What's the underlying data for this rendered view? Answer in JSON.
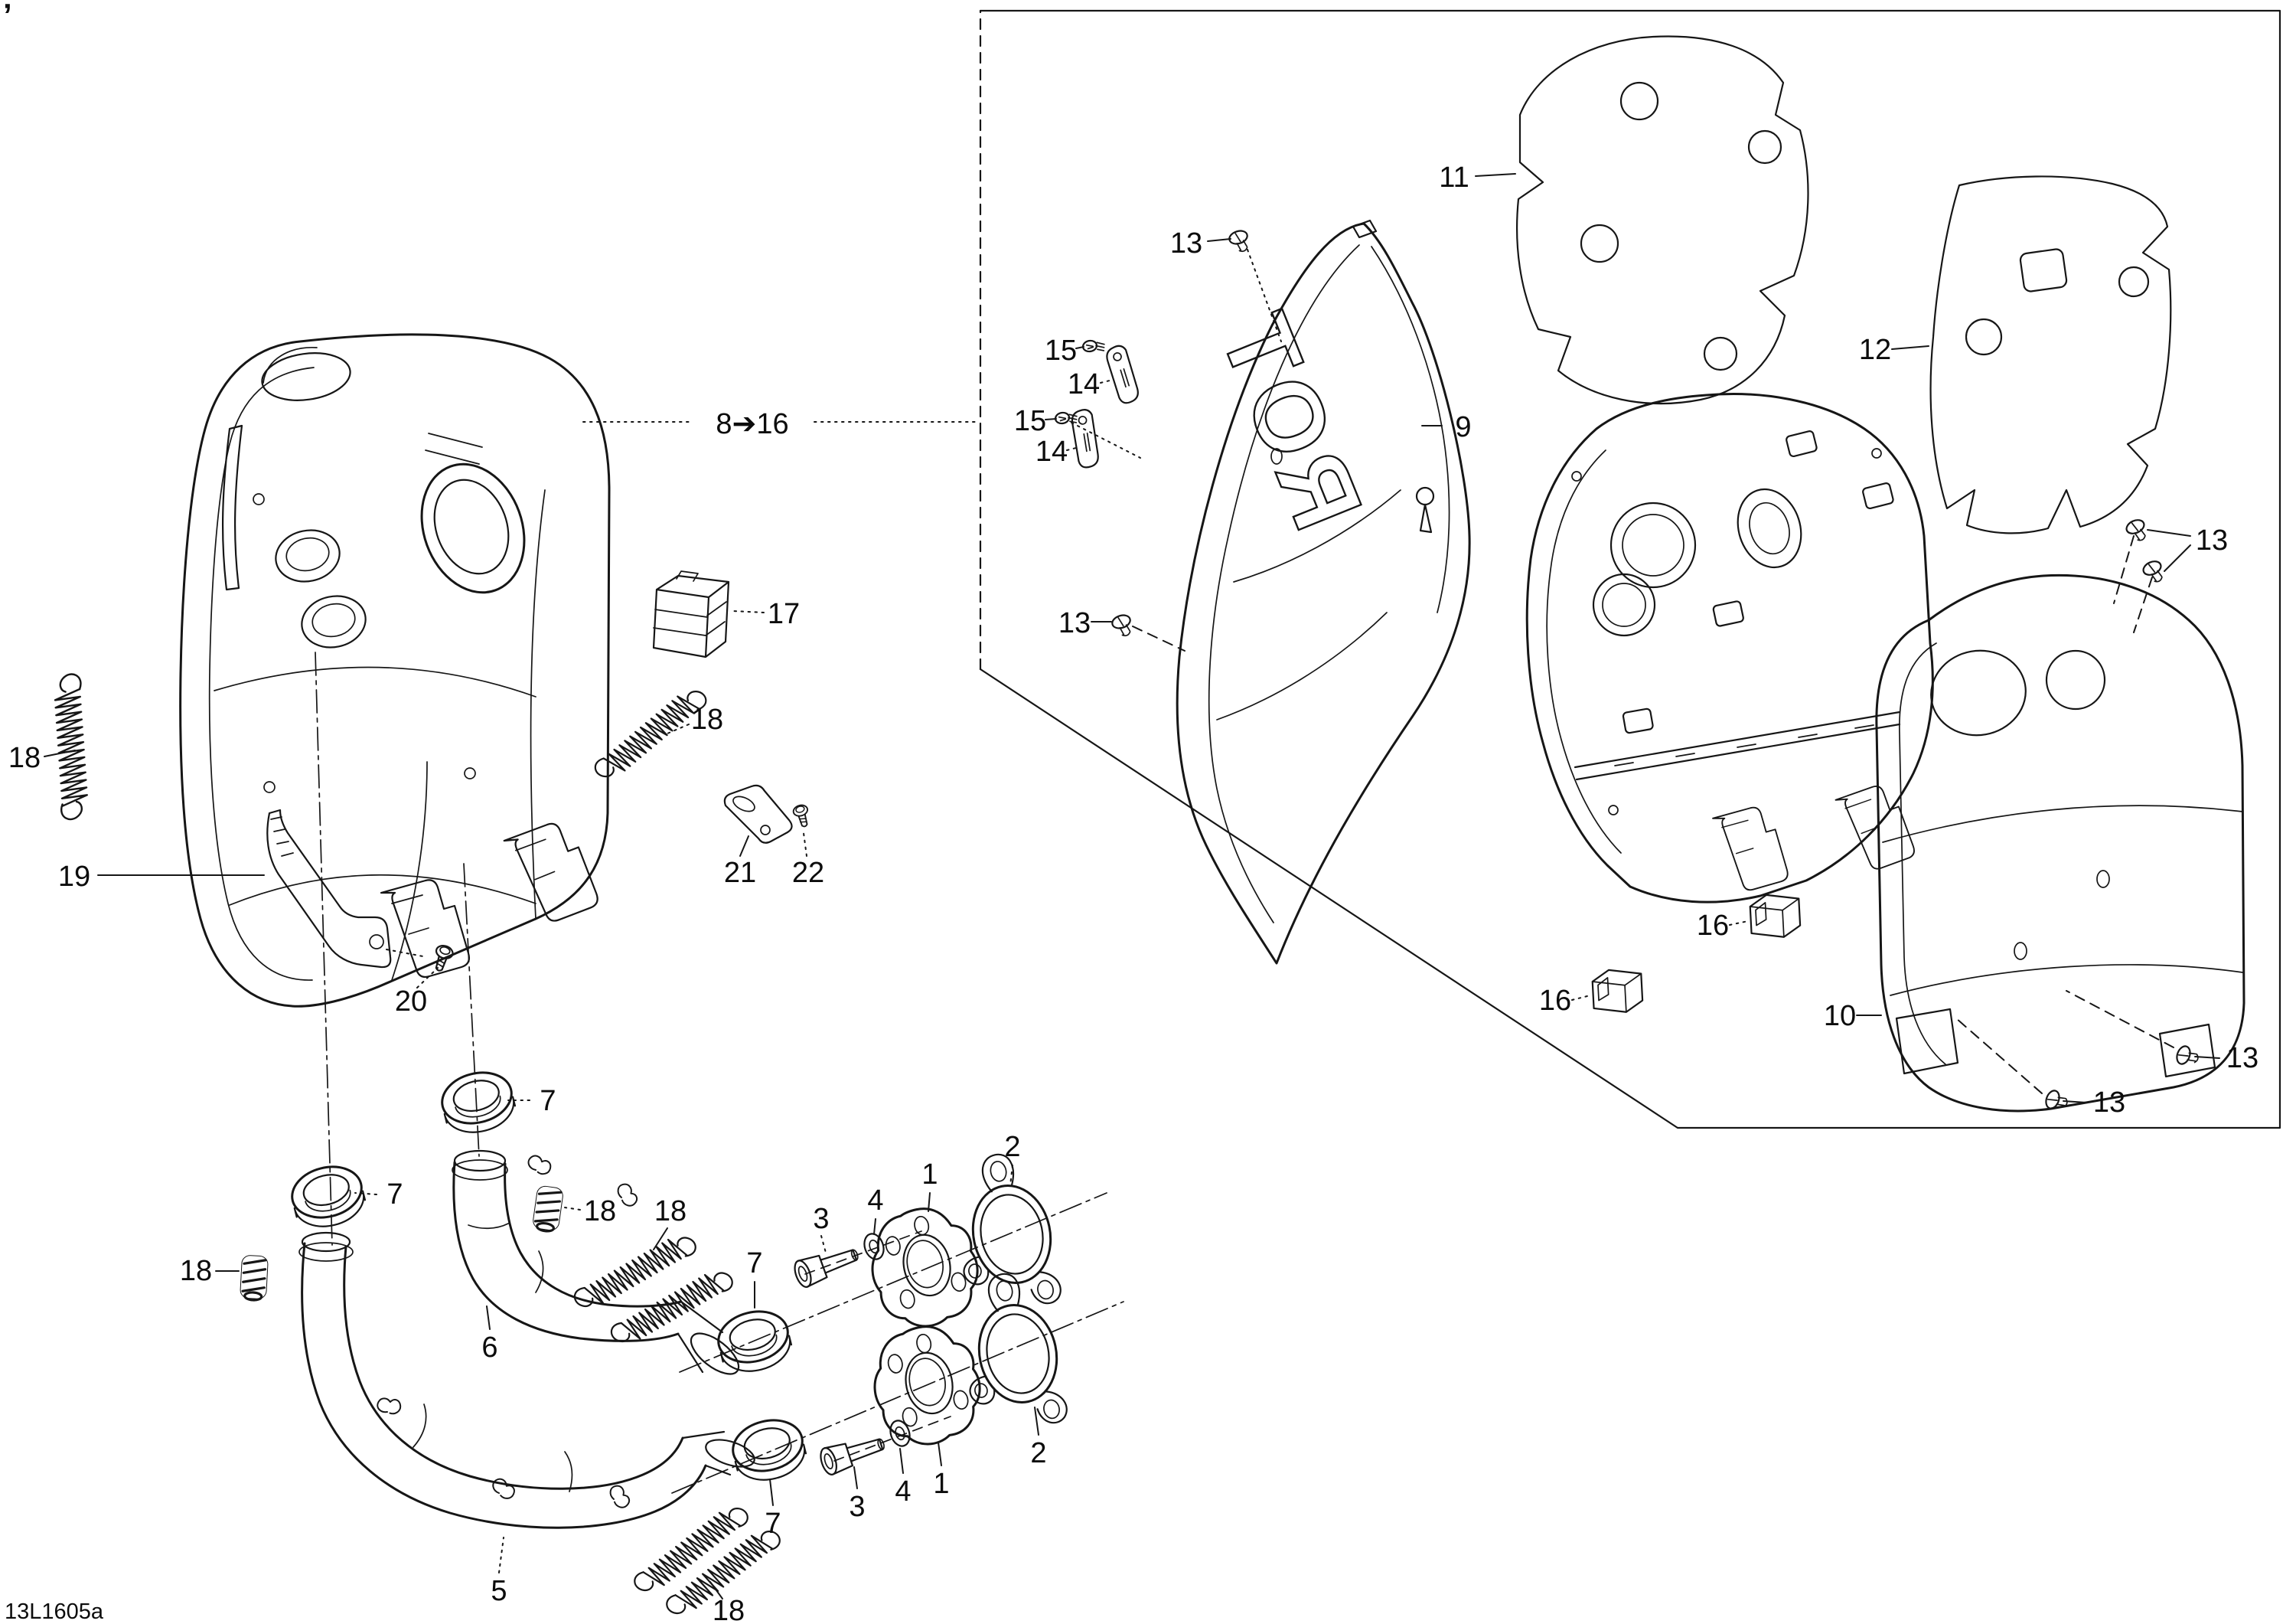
{
  "figure": {
    "drawing_id": "13L1605a",
    "corner_mark": "’",
    "brand_mark": "ROT"
  },
  "callouts": [
    "18",
    "19",
    "20",
    "8➔16",
    "17",
    "18",
    "21",
    "22",
    "7",
    "18",
    "18",
    "18",
    "7",
    "6",
    "7",
    "7",
    "5",
    "18",
    "3",
    "4",
    "1",
    "2",
    "3",
    "4",
    "1",
    "2",
    "13",
    "11",
    "9",
    "15",
    "14",
    "15",
    "14",
    "13",
    "12",
    "16",
    "16",
    "10",
    "13",
    "13",
    "13"
  ]
}
